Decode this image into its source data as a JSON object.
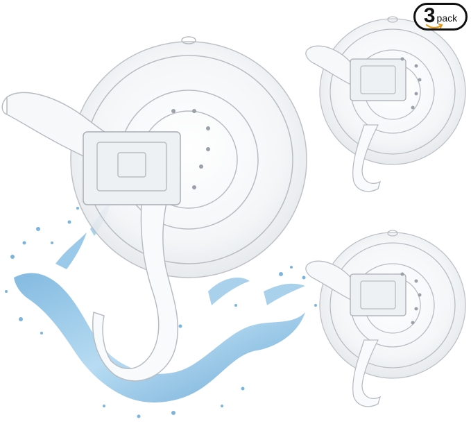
{
  "product": {
    "badge_number": "3",
    "badge_word": "pack"
  },
  "icons": [
    "suction-cup-hook",
    "water-splash",
    "smile-arrow-icon"
  ],
  "colors": {
    "background": "#ffffff",
    "water": "#7db8e0",
    "outline": "#b8bcc2",
    "badge": "#111111"
  }
}
